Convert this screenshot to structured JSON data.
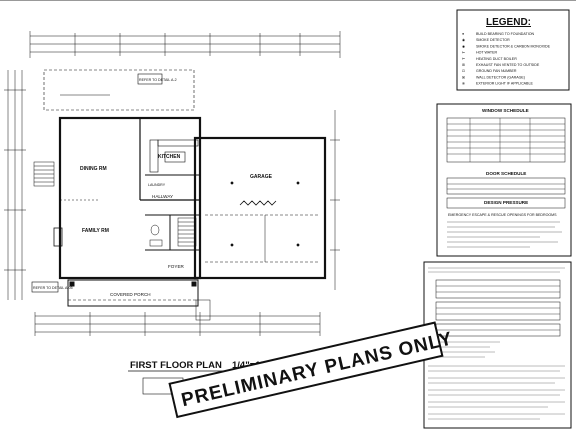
{
  "legend": {
    "title": "LEGEND:",
    "items": [
      {
        "symbol": "●",
        "text": "BUILD BEARING TO FOUNDATION"
      },
      {
        "symbol": "◉",
        "text": "SMOKE DETECTOR"
      },
      {
        "symbol": "◉",
        "text": "SMOKE DETECTOR & CARBON MONOXIDE"
      },
      {
        "symbol": "⊢",
        "text": "HOT WATER"
      },
      {
        "symbol": "⊢",
        "text": "HEATING DUCT BOILER"
      },
      {
        "symbol": "⊞",
        "text": "EXHAUST FAN VENTED TO OUTSIDE"
      },
      {
        "symbol": "⊡",
        "text": "GROUND FAN NUMBER"
      },
      {
        "symbol": "⊠",
        "text": "WALL DETECTOR (GARAGE)"
      },
      {
        "symbol": "⊗",
        "text": "EXTERIOR LIGHT IF APPLICABLE"
      }
    ]
  },
  "schedules": {
    "window": "WINDOW SCHEDULE",
    "door": "DOOR SCHEDULE",
    "design_pressure": "DESIGN PRESSURE",
    "emergency": "EMERGENCY ESCAPE & RESCUE OPENINGS FOR BEDROOMS"
  },
  "rooms": {
    "dining": "DINING RM",
    "kitchen": "KITCHEN",
    "family": "FAMILY RM",
    "garage": "GARAGE",
    "hallway": "HALLWAY",
    "foyer": "FOYER",
    "porch": "COVERED PORCH",
    "laundry": "LAUNDRY"
  },
  "refs": {
    "detail_top": "REFER TO DETAIL A-2",
    "detail_bottom": "REFER TO DETAIL A-05"
  },
  "plan_title": {
    "name": "FIRST FLOOR PLAN",
    "scale": "1/4\"=1'-0\""
  },
  "stamp": "PRELIMINARY PLANS ONLY"
}
